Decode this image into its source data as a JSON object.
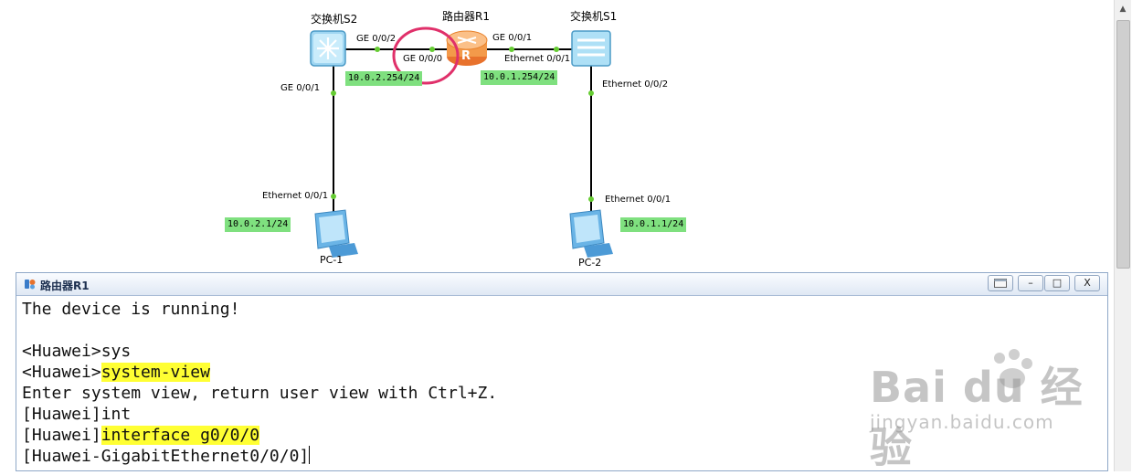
{
  "topology": {
    "devices": {
      "switch_s2": "交换机S2",
      "router_r1": "路由器R1",
      "switch_s1": "交换机S1",
      "pc1": "PC-1",
      "pc2": "PC-2"
    },
    "ports": {
      "s2_ge002": "GE 0/0/2",
      "s2_ge001": "GE 0/0/1",
      "r1_ge000": "GE 0/0/0",
      "r1_ge001": "GE 0/0/1",
      "s1_eth001_r": "Ethernet 0/0/1",
      "s1_eth002": "Ethernet 0/0/2",
      "pc1_eth001": "Ethernet 0/0/1",
      "pc2_eth001": "Ethernet 0/0/1"
    },
    "ips": {
      "r1_ge000_ip": "10.0.2.254/24",
      "r1_ge001_ip": "10.0.1.254/24",
      "pc1_ip": "10.0.2.1/24",
      "pc2_ip": "10.0.1.1/24"
    },
    "colors": {
      "link": "#000000",
      "port_dot": "#66cc33",
      "ip_label_bg": "#7fe07f",
      "highlight_circle": "#e0306a"
    }
  },
  "console": {
    "title": "路由器R1",
    "buttons": {
      "restore": "",
      "minimize": "–",
      "maximize": "□",
      "close": "X"
    },
    "lines": [
      {
        "pre": "The device is running!",
        "hl": ""
      },
      {
        "pre": "",
        "hl": ""
      },
      {
        "pre": "<Huawei>sys",
        "hl": ""
      },
      {
        "pre": "<Huawei>",
        "hl": "system-view"
      },
      {
        "pre": "Enter system view, return user view with Ctrl+Z.",
        "hl": ""
      },
      {
        "pre": "[Huawei]int",
        "hl": ""
      },
      {
        "pre": "[Huawei]",
        "hl": "interface g0/0/0"
      },
      {
        "pre": "[Huawei-GigabitEthernet0/0/0]",
        "hl": ""
      }
    ],
    "colors": {
      "highlight": "#ffff33"
    }
  },
  "watermark": {
    "logo": "Bai du 经验",
    "sub": "jingyan.baidu.com"
  }
}
